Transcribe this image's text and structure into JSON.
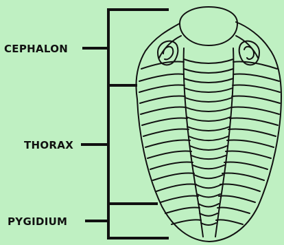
{
  "diagram": {
    "labels": {
      "cephalon": "CEPHALON",
      "thorax": "THORAX",
      "pygidium": "PYGIDIUM"
    }
  },
  "colors": {
    "background": "#bff0c2",
    "ink": "#111111"
  }
}
